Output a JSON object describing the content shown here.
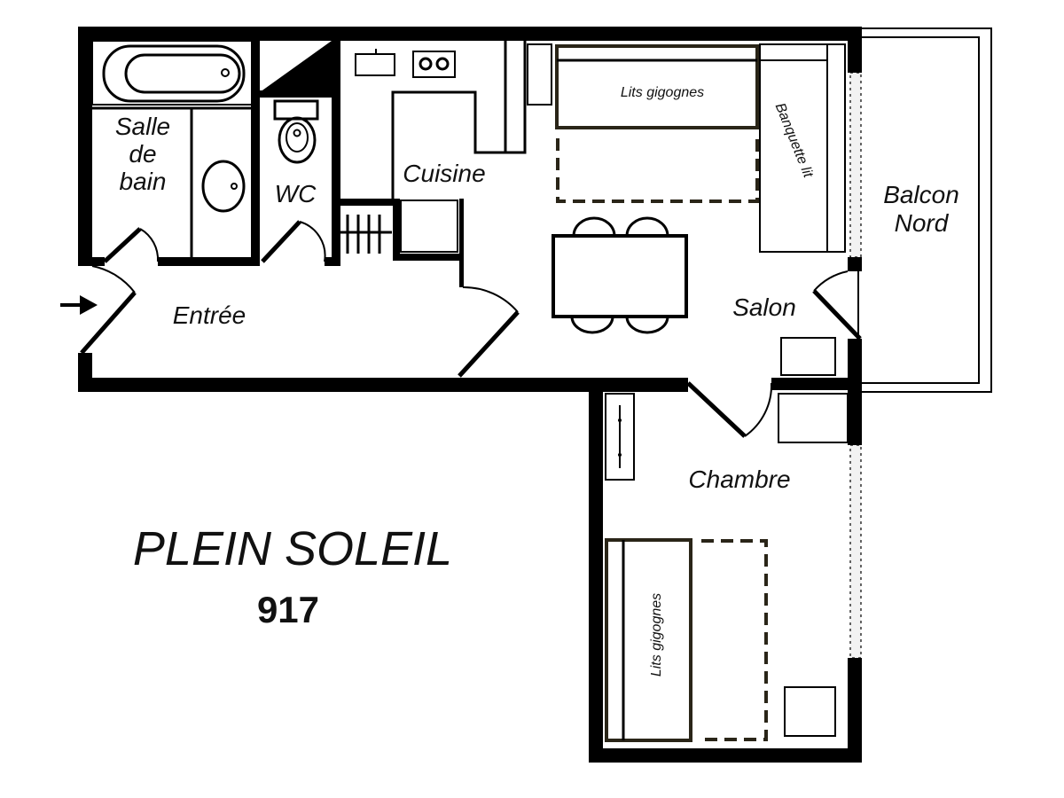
{
  "plan": {
    "title": "PLEIN SOLEIL",
    "apartment_number": "917",
    "rooms": {
      "bathroom": {
        "line1": "Salle",
        "line2": "de",
        "line3": "bain"
      },
      "wc": "WC",
      "kitchen": "Cuisine",
      "entrance": "Entrée",
      "living": "Salon",
      "balcony": {
        "line1": "Balcon",
        "line2": "Nord"
      },
      "bedroom": "Chambre"
    },
    "furniture": {
      "living_trundle_beds": "Lits gigognes",
      "sofa_bed": "Banquette lit",
      "bedroom_trundle_beds": "Lits gigognes"
    },
    "icons": {
      "entry_arrow": "arrow-right-icon"
    }
  }
}
